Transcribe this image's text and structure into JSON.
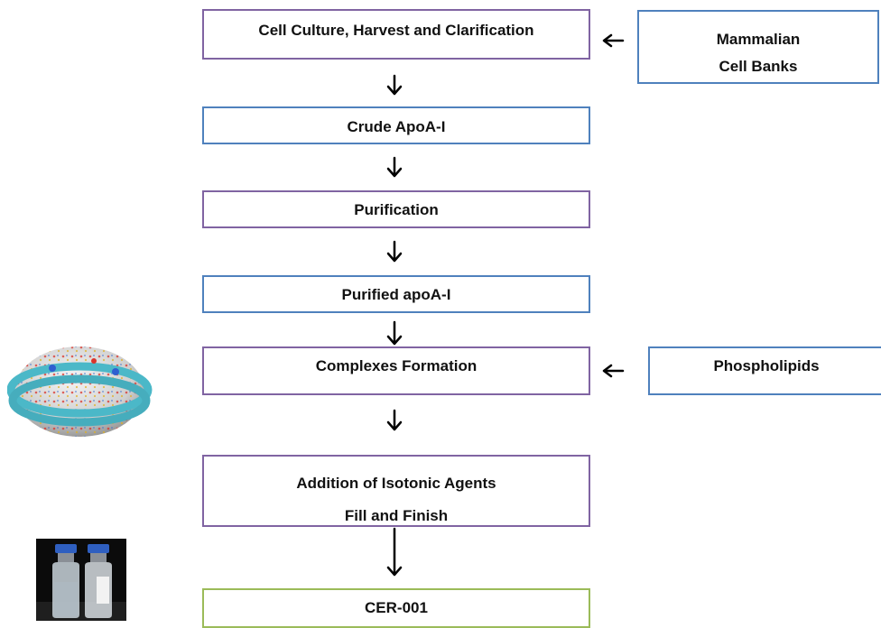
{
  "steps": [
    {
      "lines": [
        "Cell Culture, Harvest and Clarification"
      ]
    },
    {
      "lines": [
        "Crude ApoA-I"
      ]
    },
    {
      "lines": [
        "Purification"
      ]
    },
    {
      "lines": [
        "Purified apoA-I"
      ]
    },
    {
      "lines": [
        "Complexes Formation"
      ]
    },
    {
      "lines": [
        "Addition of Isotonic Agents",
        "Fill and Finish"
      ]
    },
    {
      "lines": [
        "CER-001"
      ]
    }
  ],
  "inputs": [
    {
      "lines": [
        "Mammalian",
        "Cell Banks"
      ]
    },
    {
      "lines": [
        "Phospholipids"
      ]
    }
  ],
  "colors": {
    "purple_border": "#8064a2",
    "blue_border": "#4f81bd",
    "green_border": "#9bbb59",
    "arrow": "#000000",
    "particle_belt": "#4bb8c8"
  },
  "icons": [
    "hdl-particle-illustration",
    "vials-photo"
  ]
}
